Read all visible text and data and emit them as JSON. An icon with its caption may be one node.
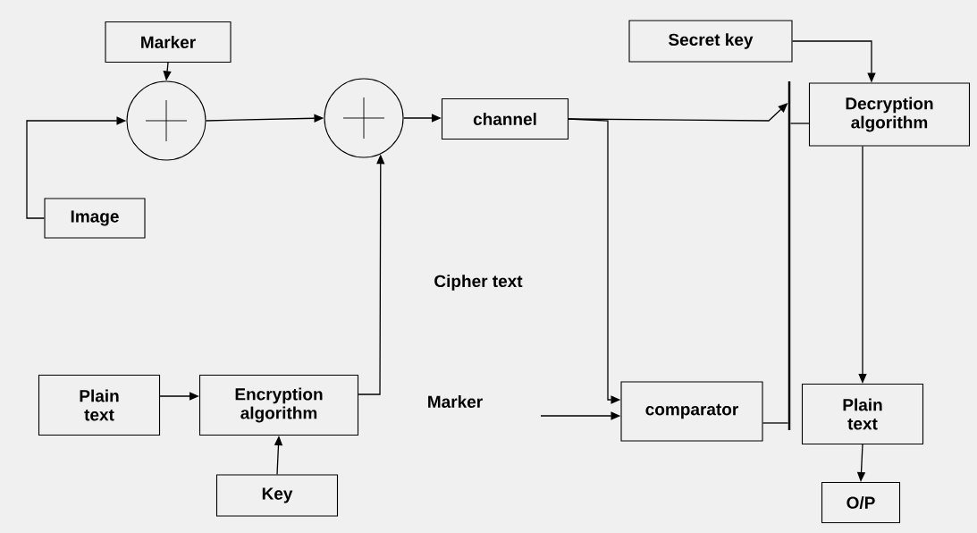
{
  "diagram": {
    "nodes": [
      {
        "text": [
          "Marker"
        ]
      },
      {
        "text": [
          "Secret key"
        ]
      },
      {
        "text": [],
        "shape": "circle"
      },
      {
        "text": [],
        "shape": "circle"
      },
      {
        "text": [
          "channel"
        ]
      },
      {
        "text": [
          "Decryption algorithm"
        ]
      },
      {
        "text": [],
        "shape": "bar"
      },
      {
        "text": [
          "Image"
        ]
      },
      {
        "text": [
          "Plain text"
        ]
      },
      {
        "text": [
          "Encryption algorithm"
        ]
      },
      {
        "text": [
          "comparator"
        ]
      },
      {
        "text": [
          "Plain text"
        ]
      },
      {
        "text": [
          "Key"
        ]
      },
      {
        "text": [
          "O/P"
        ]
      }
    ],
    "edges": [
      {
        "from": 0,
        "to": 2,
        "arrow": "to"
      },
      {
        "from": 7,
        "to": 2,
        "arrow": "to"
      },
      {
        "from": 2,
        "to": 3,
        "arrow": "to"
      },
      {
        "from": 3,
        "to": 4,
        "arrow": "to"
      },
      {
        "from": 9,
        "to": 3,
        "arrow": "to"
      },
      {
        "from": 8,
        "to": 9,
        "arrow": "to"
      },
      {
        "from": 12,
        "to": 9,
        "arrow": "to"
      },
      {
        "from": 4,
        "to": 10,
        "arrow": "to"
      },
      {
        "from": 4,
        "to": 6,
        "arrow": "to"
      },
      {
        "from": 10,
        "to": 6,
        "arrow": "none"
      },
      {
        "from": 6,
        "to": 5,
        "arrow": "none"
      },
      {
        "from": 1,
        "to": 5,
        "arrow": "to"
      },
      {
        "from": 5,
        "to": 11,
        "arrow": "to"
      },
      {
        "from": 11,
        "to": 13,
        "arrow": "to"
      },
      {
        "from": null,
        "to": 10,
        "arrow": "to"
      }
    ],
    "labels": [
      "Cipher text",
      "Marker"
    ]
  }
}
